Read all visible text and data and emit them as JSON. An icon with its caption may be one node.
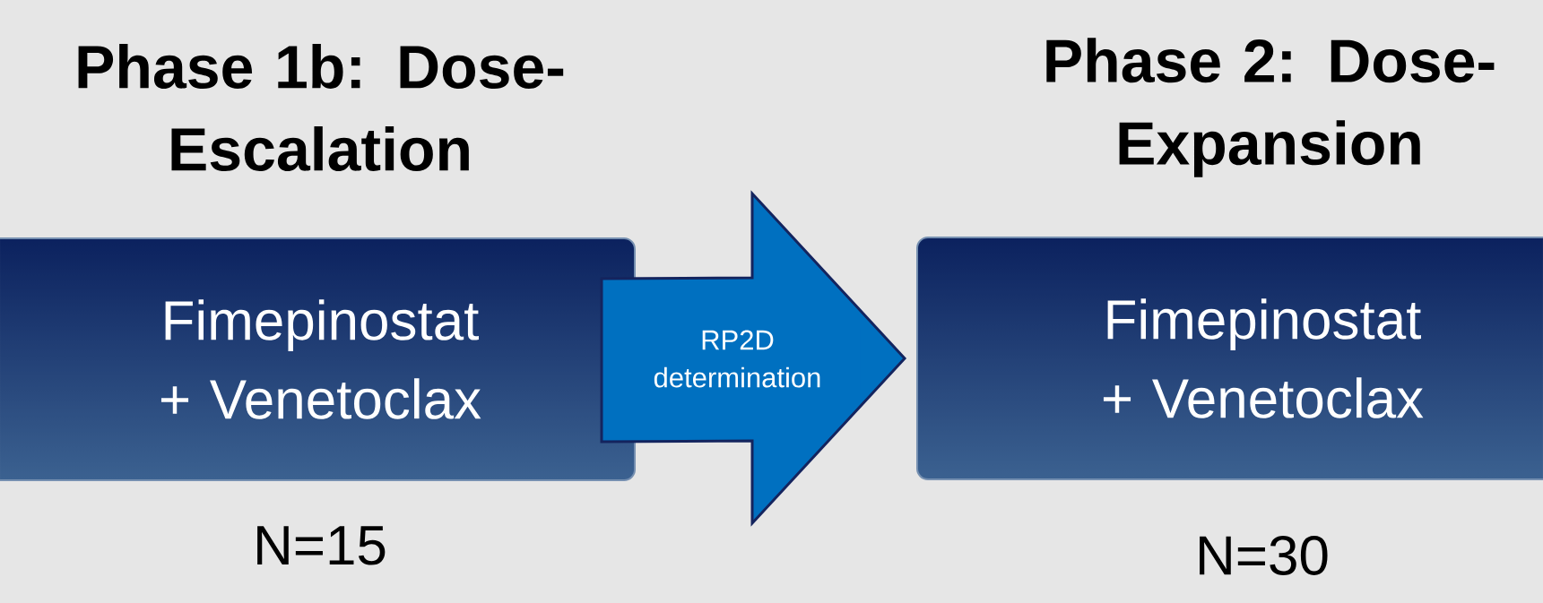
{
  "diagram": {
    "nodes": [
      {
        "text": [
          "Phase 1b: Dose-Escalation",
          "Fimepinostat + Venetoclax"
        ],
        "beside": [
          "N=15"
        ]
      },
      {
        "text": [
          "Phase 2: Dose-Expansion",
          "Fimepinostat + Venetoclax"
        ],
        "beside": [
          "N=30"
        ]
      }
    ],
    "edges": [
      {
        "from": 0,
        "to": 1,
        "arrow": "to",
        "label": "RP2D determination"
      }
    ]
  }
}
